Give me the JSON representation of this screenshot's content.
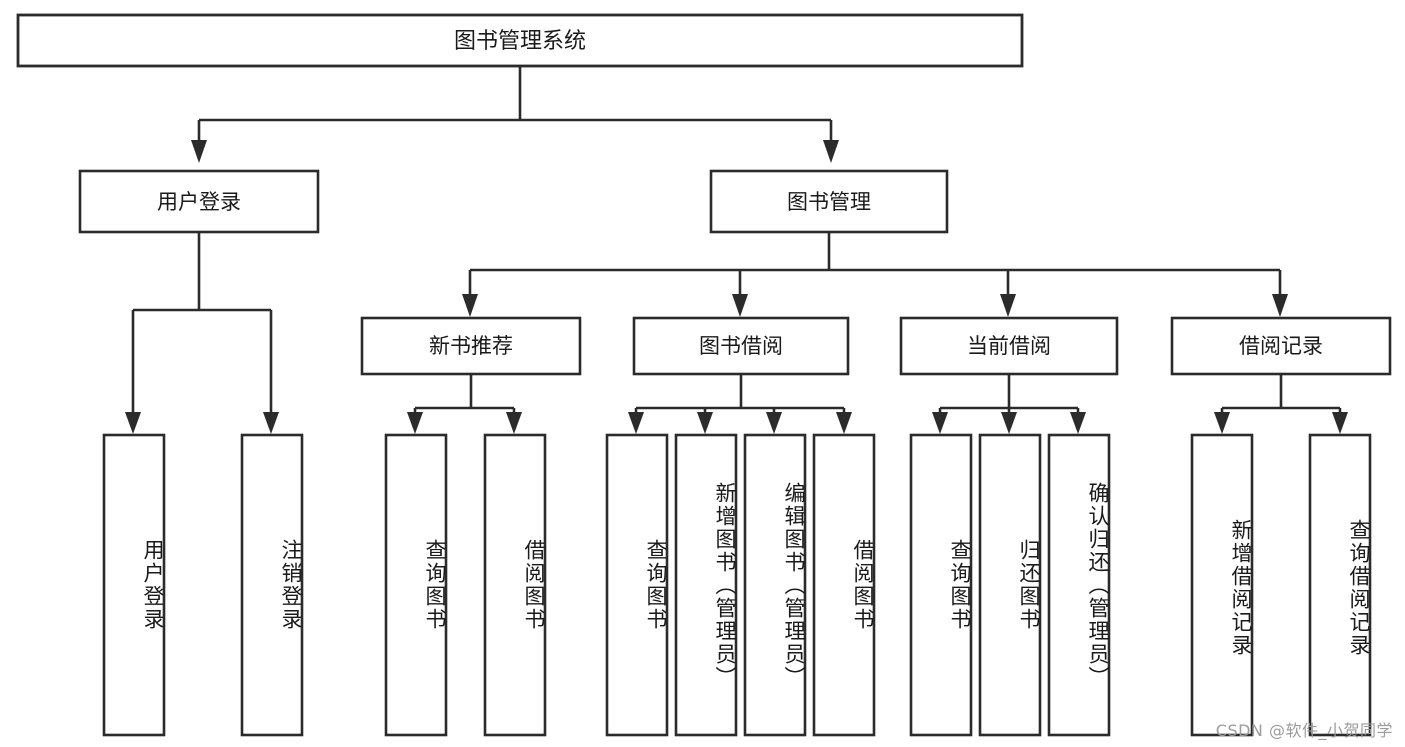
{
  "diagram": {
    "title": "图书管理系统",
    "type": "tree",
    "watermark": "CSDN @软件_小贺同学",
    "colors": {
      "stroke": "#2b2b2b",
      "fill": "#ffffff",
      "text": "#1a1a1a",
      "watermark": "#9b9b9b",
      "background": "#ffffff"
    },
    "root": {
      "label": "图书管理系统"
    },
    "level2": [
      {
        "label": "用户登录"
      },
      {
        "label": "图书管理"
      }
    ],
    "level3": [
      {
        "label": "新书推荐"
      },
      {
        "label": "图书借阅"
      },
      {
        "label": "当前借阅"
      },
      {
        "label": "借阅记录"
      }
    ],
    "leaves": {
      "user_login": [
        {
          "label": "用户登录"
        },
        {
          "label": "注销登录"
        }
      ],
      "new_book": [
        {
          "label": "查询图书"
        },
        {
          "label": "借阅图书"
        }
      ],
      "book_borrow": [
        {
          "label": "查询图书"
        },
        {
          "label": "新增图书（管理员）"
        },
        {
          "label": "编辑图书（管理员）"
        },
        {
          "label": "借阅图书"
        }
      ],
      "current_borrow": [
        {
          "label": "查询图书"
        },
        {
          "label": "归还图书"
        },
        {
          "label": "确认归还（管理员）"
        }
      ],
      "borrow_record": [
        {
          "label": "新增借阅记录"
        },
        {
          "label": "查询借阅记录"
        }
      ]
    }
  }
}
